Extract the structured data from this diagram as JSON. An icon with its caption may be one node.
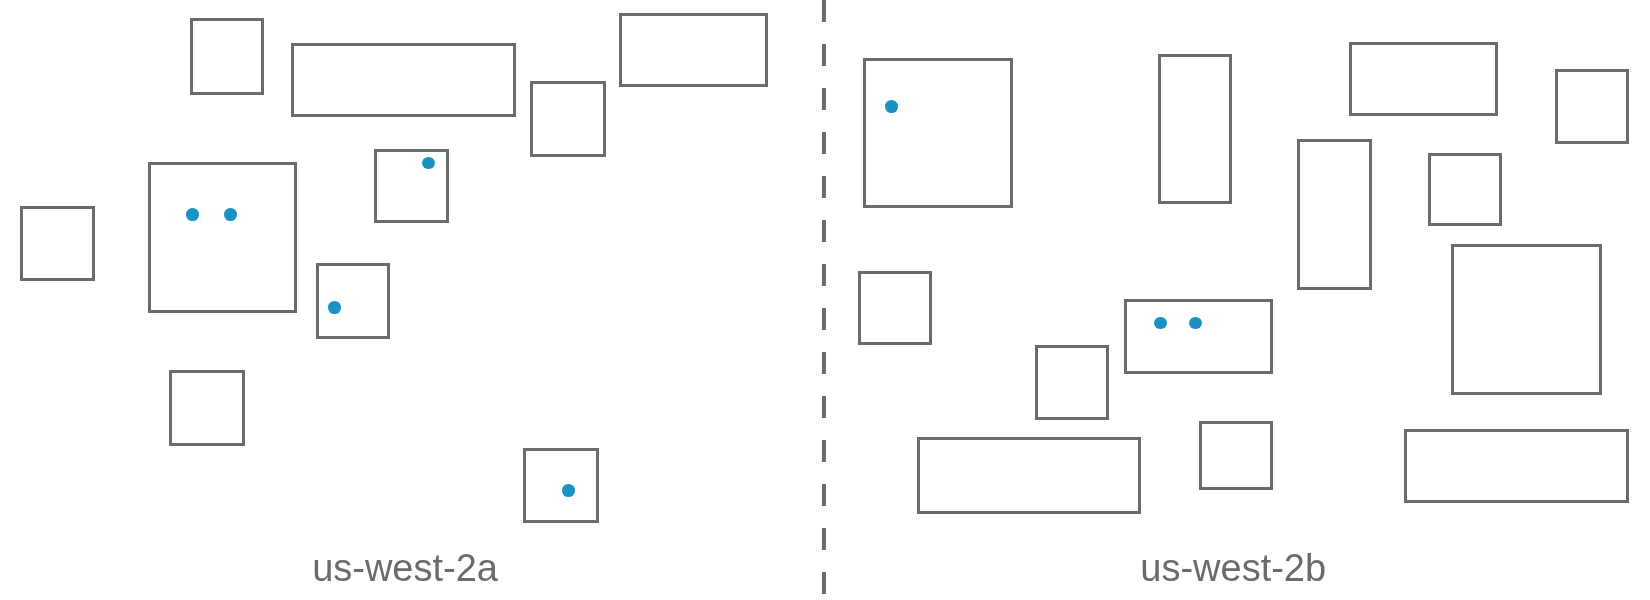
{
  "diagram": {
    "nodes": [
      {
        "text": [],
        "shape": "box"
      },
      {
        "text": [],
        "shape": "box"
      },
      {
        "text": [],
        "shape": "box"
      },
      {
        "text": [],
        "shape": "box"
      },
      {
        "text": [],
        "shape": "box"
      },
      {
        "text": [],
        "shape": "circle",
        "in": 4
      },
      {
        "text": [],
        "shape": "circle",
        "in": 4
      },
      {
        "text": [],
        "shape": "box"
      },
      {
        "text": [],
        "shape": "circle",
        "in": 7
      },
      {
        "text": [],
        "shape": "box"
      },
      {
        "text": [],
        "shape": "box"
      },
      {
        "text": [],
        "shape": "circle",
        "in": 10
      },
      {
        "text": [],
        "shape": "box"
      },
      {
        "text": [],
        "shape": "box"
      },
      {
        "text": [],
        "shape": "circle",
        "in": 13
      },
      {
        "text": [],
        "shape": "box"
      },
      {
        "text": [],
        "shape": "circle",
        "in": 15
      },
      {
        "text": [],
        "shape": "box"
      },
      {
        "text": [],
        "shape": "box"
      },
      {
        "text": [],
        "shape": "box"
      },
      {
        "text": [],
        "shape": "box"
      },
      {
        "text": [],
        "shape": "box"
      },
      {
        "text": [],
        "shape": "box"
      },
      {
        "text": [],
        "shape": "box"
      },
      {
        "text": [],
        "shape": "box"
      },
      {
        "text": [],
        "shape": "circle",
        "in": 24
      },
      {
        "text": [],
        "shape": "circle",
        "in": 24
      },
      {
        "text": [],
        "shape": "box"
      },
      {
        "text": [],
        "shape": "box"
      },
      {
        "text": [],
        "shape": "box"
      },
      {
        "text": [],
        "shape": "box"
      }
    ],
    "edges": [],
    "labels": [
      "us-west-2a",
      "us-west-2b"
    ]
  }
}
